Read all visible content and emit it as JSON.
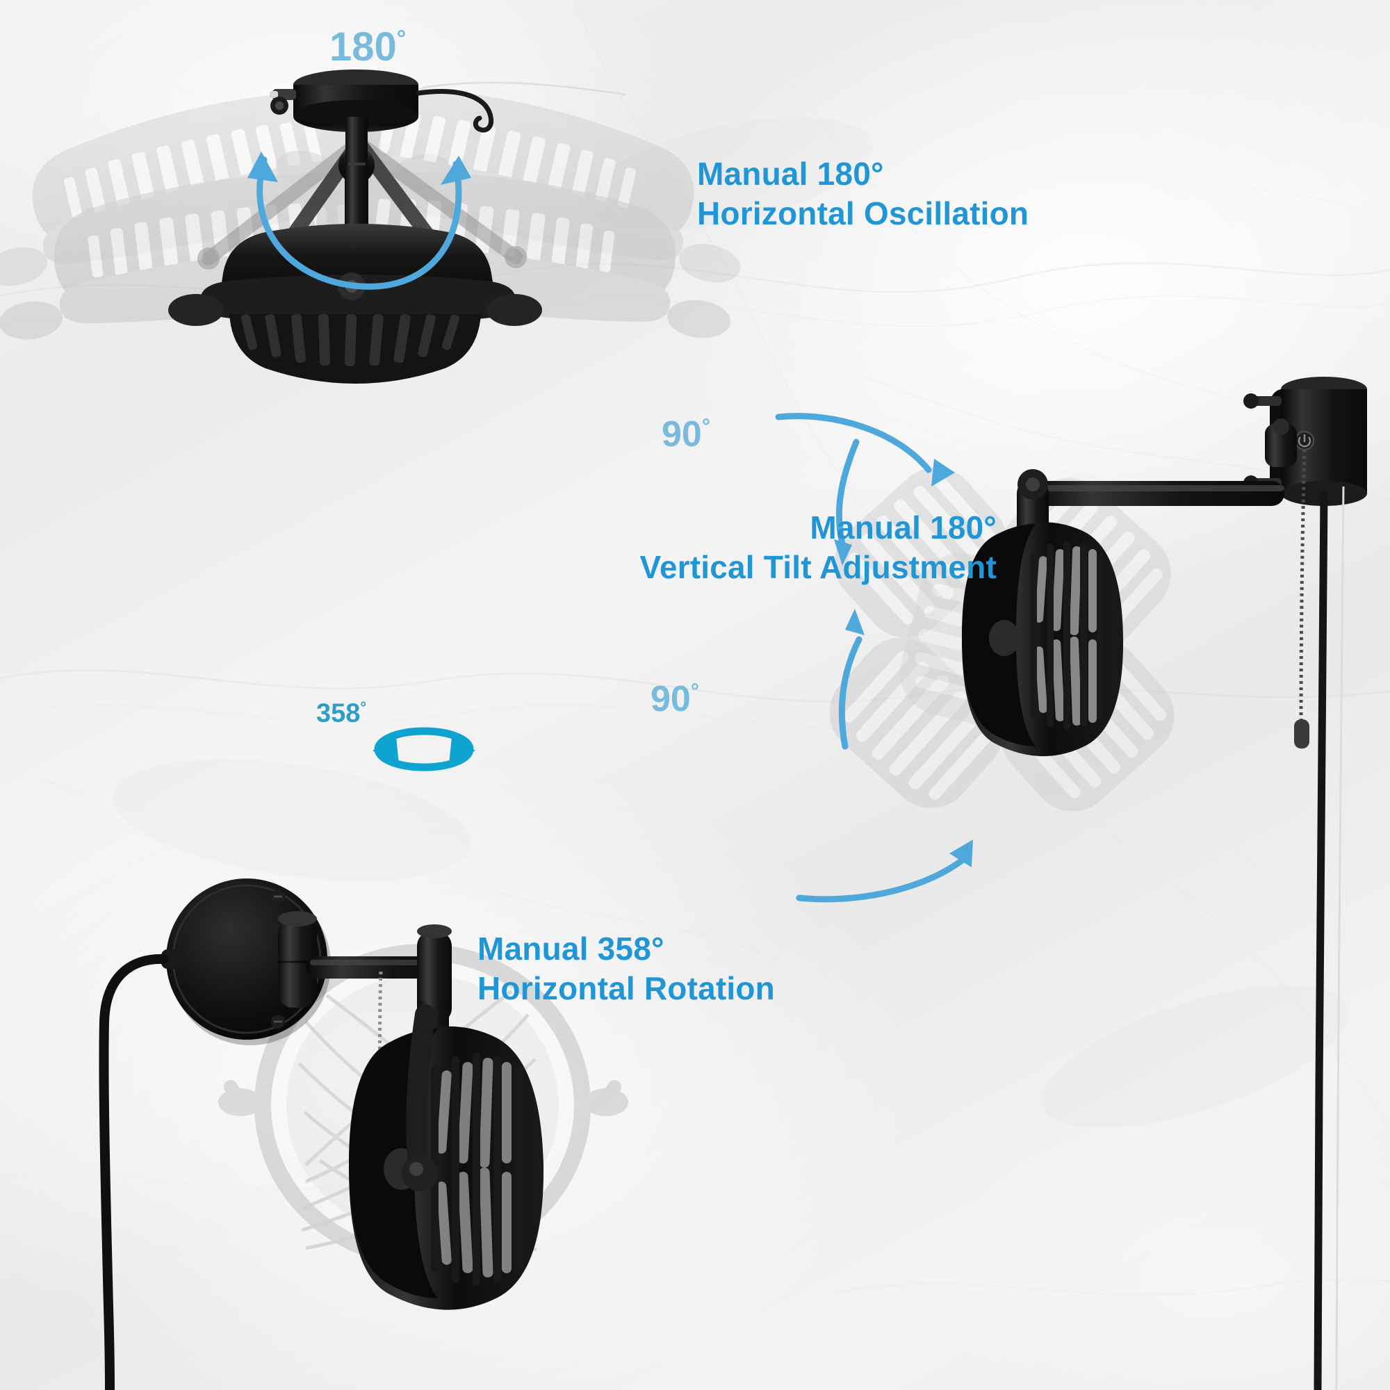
{
  "page": {
    "kind": "product-feature-infographic",
    "subject": "wall-mount oscillating fan",
    "background_style": "white marble",
    "accent_color": "#2196d6",
    "accent_light": "#79bbdd",
    "arrow_color": "#4fa8dc",
    "rotation_icon_color": "#0fa3d2",
    "product_color": "#111111"
  },
  "features": [
    {
      "id": "horizontal-oscillation",
      "title_line1": "Manual 180°",
      "title_line2": "Horizontal Oscillation",
      "angle_label": "180",
      "degree_symbol": "°",
      "view": "ceiling-mounted fan seen from below with ghosted swing positions",
      "indicator": "curved double-headed arc arrow"
    },
    {
      "id": "vertical-tilt",
      "title_line1": "Manual 180°",
      "title_line2": "Vertical Tilt Adjustment",
      "angle_labels": [
        "90",
        "90"
      ],
      "degree_symbol": "°",
      "view": "wall-mounted fan in side profile with ghosted tilt positions",
      "indicator": "two curved arrows, upper sweeping down, lower sweeping up"
    },
    {
      "id": "horizontal-rotation",
      "title_line1": "Manual 358°",
      "title_line2": "Horizontal Rotation",
      "angle_label": "358",
      "degree_symbol": "°",
      "view": "wall-mounted fan with ghosted rotated cage positions",
      "indicator": "circular double-headed rotation arrow"
    }
  ],
  "icons": {
    "rotation": "rotation-arrows-icon",
    "arc_arrow": "arc-arrow-icon",
    "power_button": "power-button-icon",
    "pull_chain": "pull-chain-icon"
  }
}
